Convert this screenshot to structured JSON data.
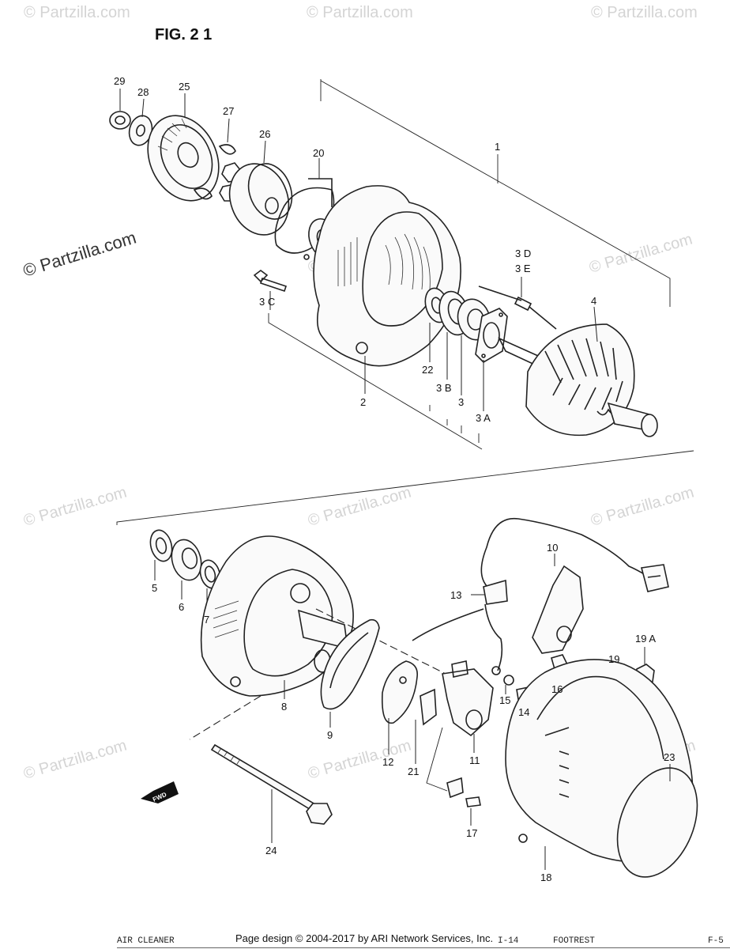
{
  "figure": {
    "title": "FIG. 2 1"
  },
  "watermark": {
    "text": "© Partzilla.com"
  },
  "callouts": [
    {
      "id": "c1",
      "text": "1"
    },
    {
      "id": "c2",
      "text": "2"
    },
    {
      "id": "c3",
      "text": "3"
    },
    {
      "id": "c3a",
      "text": "3 A"
    },
    {
      "id": "c3b",
      "text": "3 B"
    },
    {
      "id": "c3c",
      "text": "3 C"
    },
    {
      "id": "c3d",
      "text": "3 D"
    },
    {
      "id": "c3e",
      "text": "3 E"
    },
    {
      "id": "c4",
      "text": "4"
    },
    {
      "id": "c5",
      "text": "5"
    },
    {
      "id": "c6",
      "text": "6"
    },
    {
      "id": "c7",
      "text": "7"
    },
    {
      "id": "c8",
      "text": "8"
    },
    {
      "id": "c9",
      "text": "9"
    },
    {
      "id": "c10",
      "text": "10"
    },
    {
      "id": "c11",
      "text": "11"
    },
    {
      "id": "c12",
      "text": "12"
    },
    {
      "id": "c13",
      "text": "13"
    },
    {
      "id": "c14",
      "text": "14"
    },
    {
      "id": "c15",
      "text": "15"
    },
    {
      "id": "c16",
      "text": "16"
    },
    {
      "id": "c17",
      "text": "17"
    },
    {
      "id": "c18",
      "text": "18"
    },
    {
      "id": "c19",
      "text": "19"
    },
    {
      "id": "c19a",
      "text": "19 A"
    },
    {
      "id": "c20",
      "text": "20"
    },
    {
      "id": "c21",
      "text": "21"
    },
    {
      "id": "c22",
      "text": "22"
    },
    {
      "id": "c23",
      "text": "23"
    },
    {
      "id": "c24",
      "text": "24"
    },
    {
      "id": "c25",
      "text": "25"
    },
    {
      "id": "c26",
      "text": "26"
    },
    {
      "id": "c27",
      "text": "27"
    },
    {
      "id": "c28",
      "text": "28"
    },
    {
      "id": "c29",
      "text": "29"
    }
  ],
  "fwd_badge": {
    "text": "FWD"
  },
  "footer": {
    "credit": "Page design © 2004-2017 by ARI Network Services, Inc.",
    "left": "AIR CLEANER",
    "middle": "I-14",
    "right": "FOOTREST",
    "far_right": "F-5"
  }
}
